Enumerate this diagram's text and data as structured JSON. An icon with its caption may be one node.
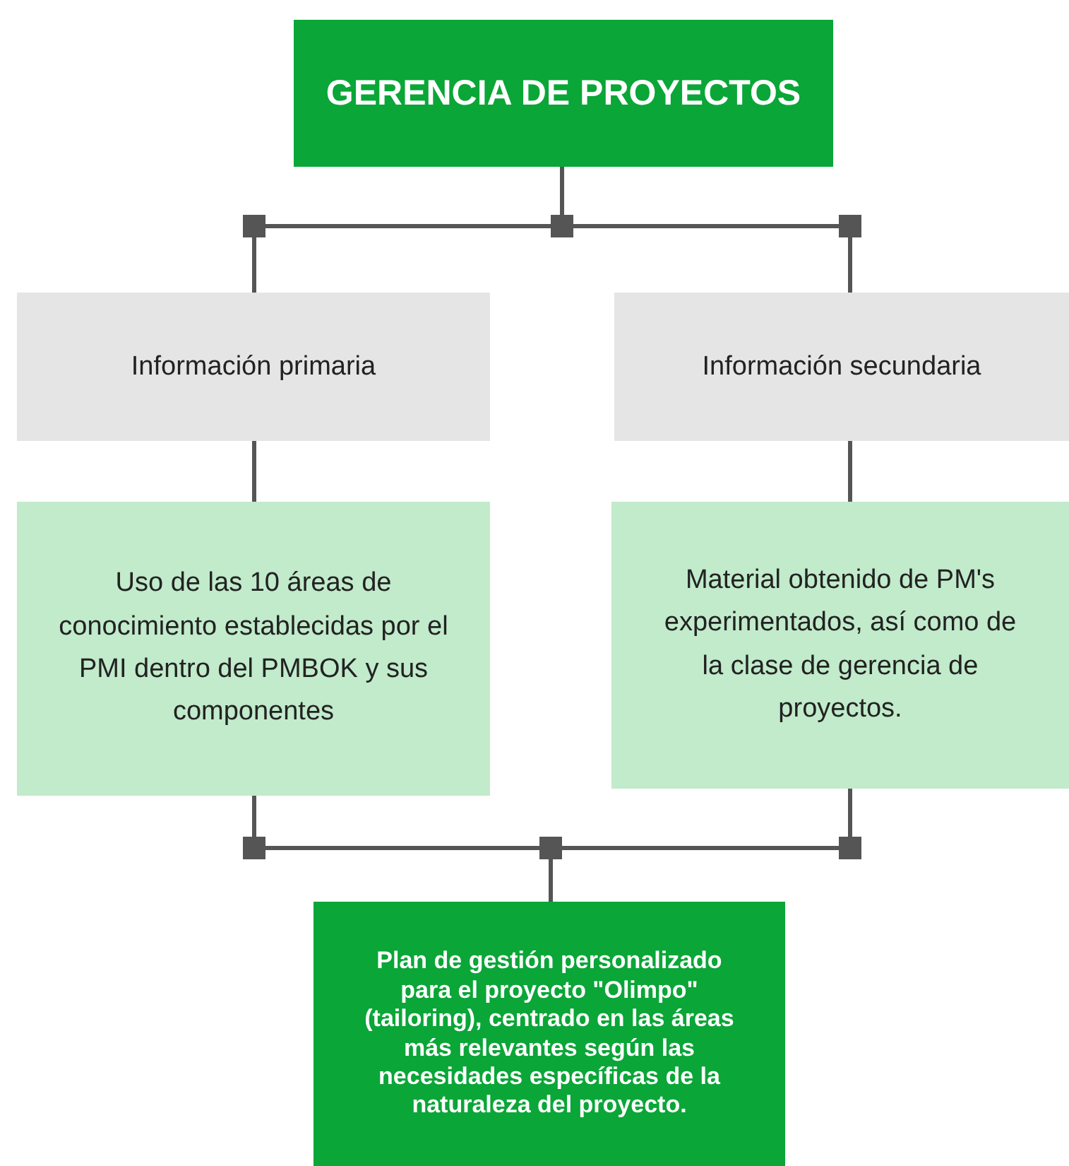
{
  "diagram": {
    "nodes": [
      {
        "text": [
          "GERENCIA DE PROYECTOS"
        ]
      },
      {
        "text": [
          "Información primaria"
        ]
      },
      {
        "text": [
          "Información secundaria"
        ]
      },
      {
        "text": [
          "Uso de las 10 áreas de conocimiento establecidas por el PMI dentro del PMBOK y sus componentes"
        ]
      },
      {
        "text": [
          "Material obtenido de PM's experimentados, así como de la clase de gerencia de proyectos."
        ]
      },
      {
        "text": [
          "Plan de gestión personalizado para el proyecto \"Olimpo\" (tailoring), centrado en las áreas más relevantes según las necesidades específicas de la naturaleza del proyecto."
        ]
      }
    ],
    "edges": [
      {
        "from": 0,
        "to": 1,
        "arrow": "none"
      },
      {
        "from": 0,
        "to": 2,
        "arrow": "none"
      },
      {
        "from": 1,
        "to": 3,
        "arrow": "none"
      },
      {
        "from": 2,
        "to": 4,
        "arrow": "none"
      },
      {
        "from": 3,
        "to": 5,
        "arrow": "none"
      },
      {
        "from": 4,
        "to": 5,
        "arrow": "none"
      }
    ]
  }
}
